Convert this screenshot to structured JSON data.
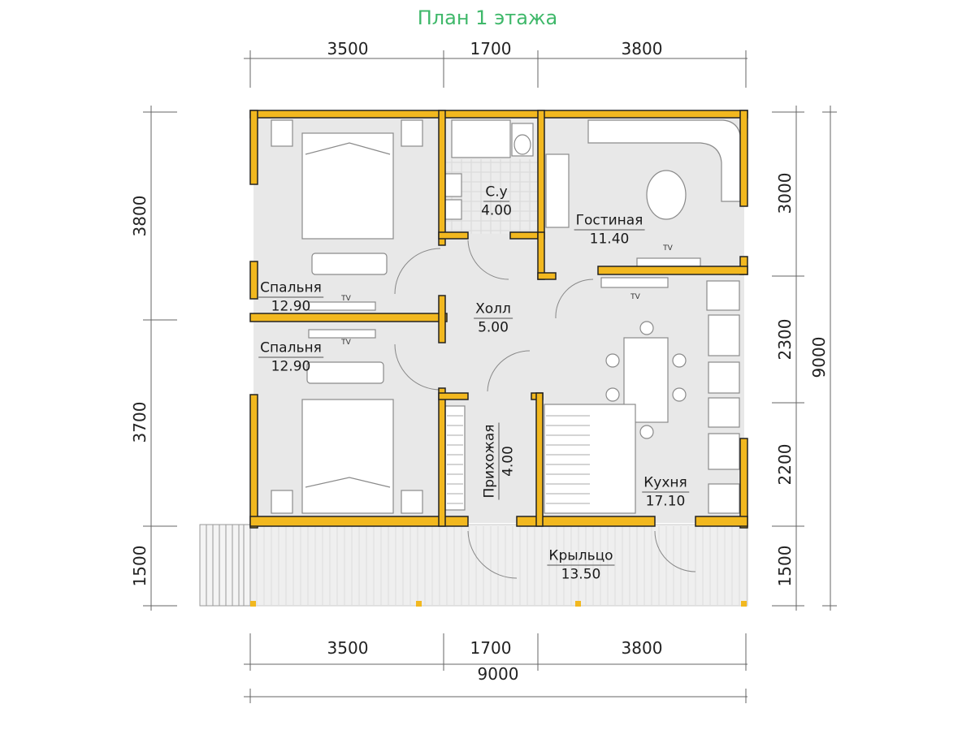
{
  "title": "План 1 этажа",
  "colors": {
    "title": "#3fb86a",
    "wall": "#f2b81f",
    "floor": "#e9e9e9",
    "porch": "#f0f0f0",
    "line": "#444444"
  },
  "dims": {
    "top": [
      "3500",
      "1700",
      "3800"
    ],
    "bottom": [
      "3500",
      "1700",
      "3800"
    ],
    "bottom_total": "9000",
    "left": [
      "3800",
      "3700",
      "1500"
    ],
    "right": [
      "3000",
      "2300",
      "2200",
      "1500"
    ],
    "right_total": "9000"
  },
  "rooms": {
    "bedroom1": {
      "name": "Спальня",
      "area": "12.90"
    },
    "bedroom2": {
      "name": "Спальня",
      "area": "12.90"
    },
    "bath": {
      "name": "С.у",
      "area": "4.00"
    },
    "hall": {
      "name": "Холл",
      "area": "5.00"
    },
    "living": {
      "name": "Гостиная",
      "area": "11.40"
    },
    "entry": {
      "name": "Прихожая",
      "area": "4.00"
    },
    "kitchen": {
      "name": "Кухня",
      "area": "17.10"
    },
    "porch": {
      "name": "Крыльцо",
      "area": "13.50"
    }
  },
  "tv_label": "TV"
}
